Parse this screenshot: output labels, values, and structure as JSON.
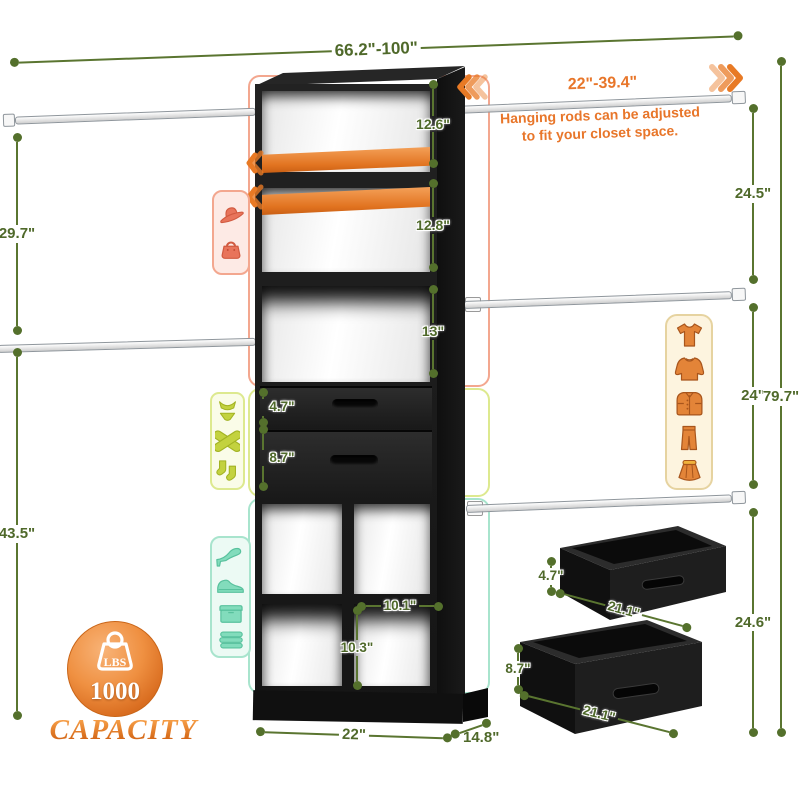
{
  "note": {
    "line1": "Hanging rods can be adjusted",
    "line2": "to fit your closet space."
  },
  "dims": {
    "overall_width": "66.2\"-100\"",
    "rod_extension": "22\"-39.4\"",
    "shelf1_height": "12.6\"",
    "shelf2_height": "12.8\"",
    "shelf3_height": "13\"",
    "upper_section_height": "29.7\"",
    "lower_section_height": "43.5\"",
    "right_top_gap": "24.5\"",
    "right_mid_gap": "24\"",
    "right_bottom_gap": "24.6\"",
    "total_height": "79.7\"",
    "drawer_top_height": "4.7\"",
    "drawer_bottom_height": "8.7\"",
    "cube_width": "10.1\"",
    "cube_height": "10.3\"",
    "base_width": "22\"",
    "base_depth": "14.8\"",
    "drawer_a_height": "4.7\"",
    "drawer_a_width": "21.1\"",
    "drawer_b_height": "8.7\"",
    "drawer_b_width": "21.1\""
  },
  "capacity": {
    "unit": "LBS",
    "value": "1000",
    "label": "CAPACITY"
  },
  "icons": {
    "hats_bags": [
      "sun-hat-icon",
      "handbag-icon"
    ],
    "small_clothes": [
      "bikini-icon",
      "crossed-shirt-icon",
      "socks-icon"
    ],
    "shoes_storage": [
      "high-heel-icon",
      "loafer-icon",
      "shoe-box-icon",
      "folded-stack-icon"
    ],
    "hanging_clothes": [
      "tshirt-icon",
      "sweater-icon",
      "jacket-icon",
      "pants-icon",
      "skirt-icon"
    ]
  },
  "colors": {
    "dimension_green": "#54702c",
    "accent_orange": "#e8762a",
    "salmon": "#e8745b",
    "lime": "#c3d23f",
    "teal": "#82dcbc",
    "cream_badge_bg": "#fdf4df",
    "furniture_black": "#1c1c1c",
    "rod_white": "#f5f5f5"
  }
}
